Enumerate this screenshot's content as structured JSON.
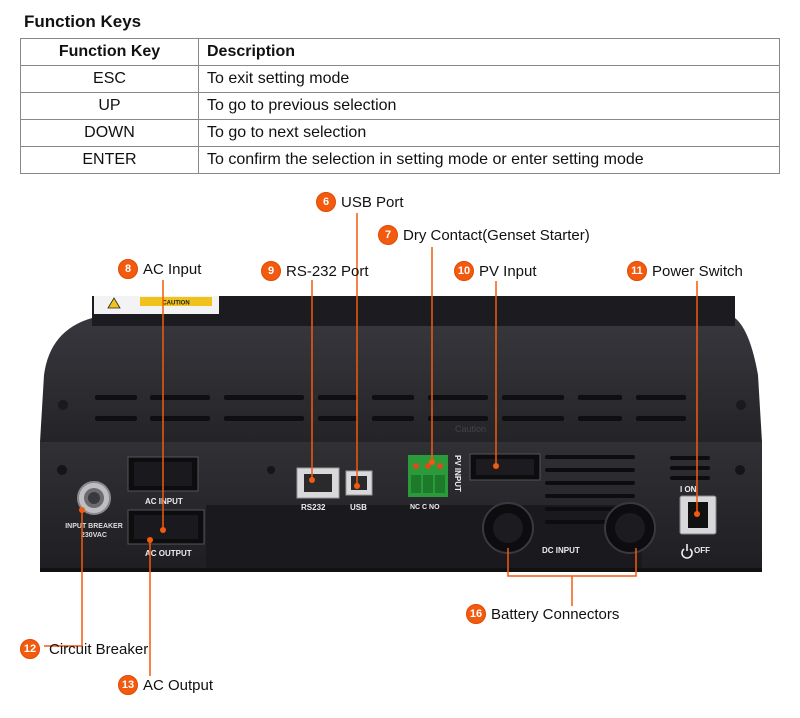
{
  "section_title": "Function Keys",
  "table": {
    "headers": [
      "Function Key",
      "Description"
    ],
    "rows": [
      {
        "key": "ESC",
        "desc": "To exit setting mode"
      },
      {
        "key": "UP",
        "desc": "To go to previous selection"
      },
      {
        "key": "DOWN",
        "desc": "To go to next selection"
      },
      {
        "key": "ENTER",
        "desc": "To confirm the selection in setting mode or enter setting mode"
      }
    ]
  },
  "callouts": {
    "usb_port": {
      "num": "6",
      "label": "USB Port"
    },
    "dry_contact": {
      "num": "7",
      "label": "Dry Contact(Genset Starter)"
    },
    "ac_input": {
      "num": "8",
      "label": "AC Input"
    },
    "rs232_port": {
      "num": "9",
      "label": "RS-232 Port"
    },
    "pv_input": {
      "num": "10",
      "label": "PV Input"
    },
    "power_switch": {
      "num": "11",
      "label": "Power Switch"
    },
    "circuit_breaker": {
      "num": "12",
      "label": "Circuit Breaker"
    },
    "ac_output": {
      "num": "13",
      "label": "AC Output"
    },
    "battery_connectors": {
      "num": "16",
      "label": "Battery Connectors"
    }
  },
  "panel_labels": {
    "caution": "CAUTION",
    "caution_lower": "Caution",
    "ac_input": "AC INPUT",
    "ac_output": "AC OUTPUT",
    "input_breaker": "INPUT BREAKER",
    "breaker_rating": "230VAC",
    "rs232": "RS232",
    "usb": "USB",
    "pv_input": "PV INPUT",
    "dry_contact_pins": "NC C NO",
    "dc_input": "DC INPUT",
    "switch_on": "I ON",
    "switch_off": "OFF"
  },
  "colors": {
    "accent": "#f25a0f",
    "device_body": "#2b2b30",
    "terminal_green": "#2a9a3a"
  }
}
